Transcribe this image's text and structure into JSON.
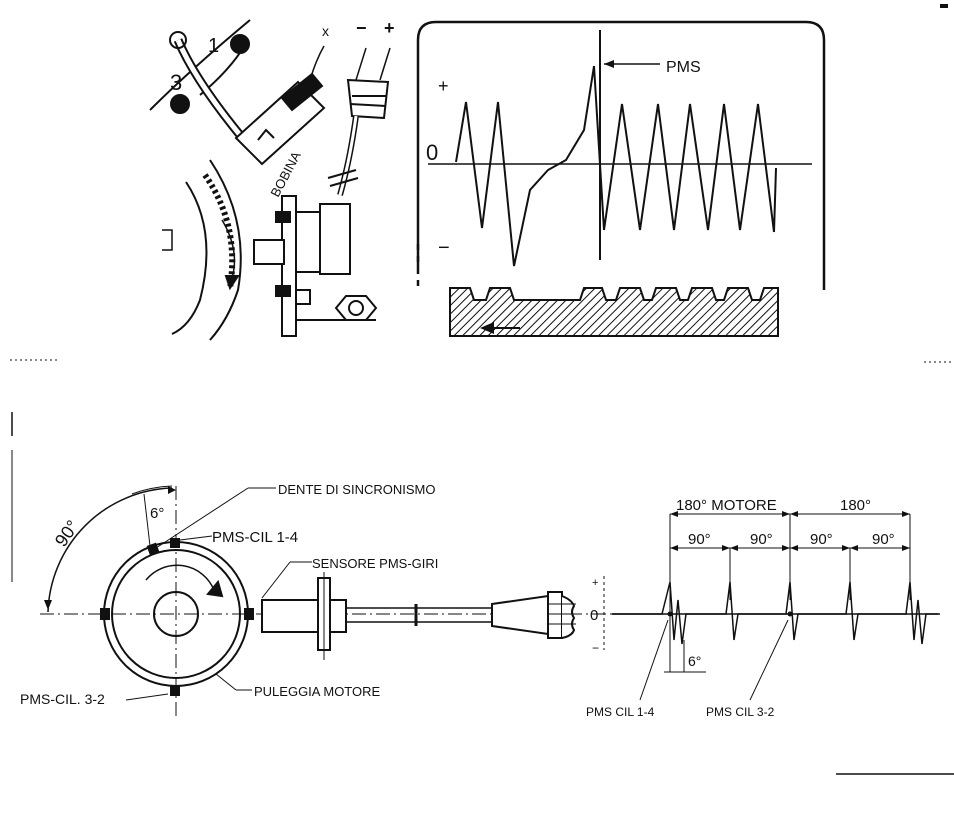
{
  "top_diagram": {
    "sensor_terminal_x": "x",
    "terminal_minus": "−",
    "terminal_plus": "+",
    "cylinder_1": "1",
    "cylinder_3": "3",
    "coil_label": "BOBINA"
  },
  "signal_graph": {
    "pms_label": "PMS",
    "plus_label": "+",
    "zero_label": "0",
    "minus_label": "−"
  },
  "bottom_diagram": {
    "sync_tooth_label": "DENTE DI SINCRONISMO",
    "pms_cil_14_label": "PMS-CIL  1-4",
    "sensor_label": "SENSORE PMS-GIRI",
    "pms_cil_32_label": "PMS-CIL. 3-2",
    "pulley_label": "PULEGGIA MOTORE",
    "angle_90": "90°",
    "angle_6": "6°"
  },
  "waveform": {
    "label_180_motore": "180°  MOTORE",
    "label_180": "180°",
    "label_90_a": "90°",
    "label_90_b": "90°",
    "label_90_c": "90°",
    "label_90_d": "90°",
    "plus": "+",
    "zero": "0",
    "minus": "−",
    "angle_6": "6°",
    "pms_cil_14": "PMS CIL 1-4",
    "pms_cil_32": "PMS CIL 3-2"
  }
}
